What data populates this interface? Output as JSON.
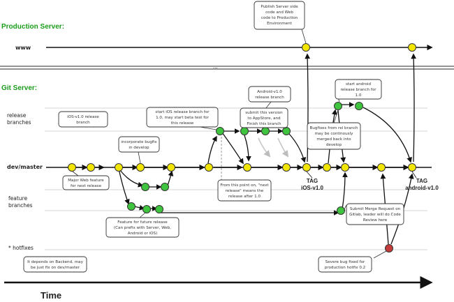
{
  "sections": {
    "production": "Production Server:",
    "git": "Git Server:"
  },
  "lanes": {
    "www": "www",
    "release": [
      "release",
      "branches"
    ],
    "dev": "dev/master",
    "feature": [
      "feature",
      "branches"
    ],
    "hotfixes": "* hotfixes"
  },
  "separator": "...",
  "time_label": "Time",
  "tags": {
    "ios": [
      "TAG",
      "iOS-v1.0"
    ],
    "android": [
      "TAG",
      "android-v1.0"
    ]
  },
  "notes": {
    "publish": [
      "Publish Server side",
      "code and Web",
      "code to Production",
      "Environment"
    ],
    "android_release": [
      "Android-v1.0",
      "release branch"
    ],
    "start_android": [
      "start android",
      "release branch for",
      "1.0"
    ],
    "ios_release": [
      "iOS-v1.0 release",
      "branch"
    ],
    "start_ios": [
      "start iOS release branch for",
      "1.0, may start beta test for",
      "this release"
    ],
    "submit": [
      "submit this version",
      "to AppStore, and",
      "Finish this branch"
    ],
    "bugfixes": [
      "Bugfixes from rel branch",
      "may be continously",
      "merged back into",
      "develop"
    ],
    "incorporate": [
      "incorporate bugfix",
      "in develop"
    ],
    "major": [
      "Major Web feature",
      "for next release"
    ],
    "next_release": [
      "From this point on, \"next",
      "release\" means the",
      "release after 1.0"
    ],
    "future": [
      "Feature for future release",
      "(Can prefix with Server, Web,",
      "Android or iOS)"
    ],
    "merge_request": [
      "Submit Merge Request on",
      "Gitlab, leader will do Code",
      "Review here"
    ],
    "backend": [
      "It depends on Backend, may",
      "be just fix on dev/master"
    ],
    "severe": [
      "Severe bug fixed for",
      "production hotfix 0.2"
    ]
  },
  "colors": {
    "yellow": "#f2e600",
    "green": "#3ec43e",
    "red": "#c33b3b",
    "production_green": "#1a9c1a",
    "lane_gray": "#d4d4d4",
    "ghost_arrow": "#c8c8c8"
  }
}
